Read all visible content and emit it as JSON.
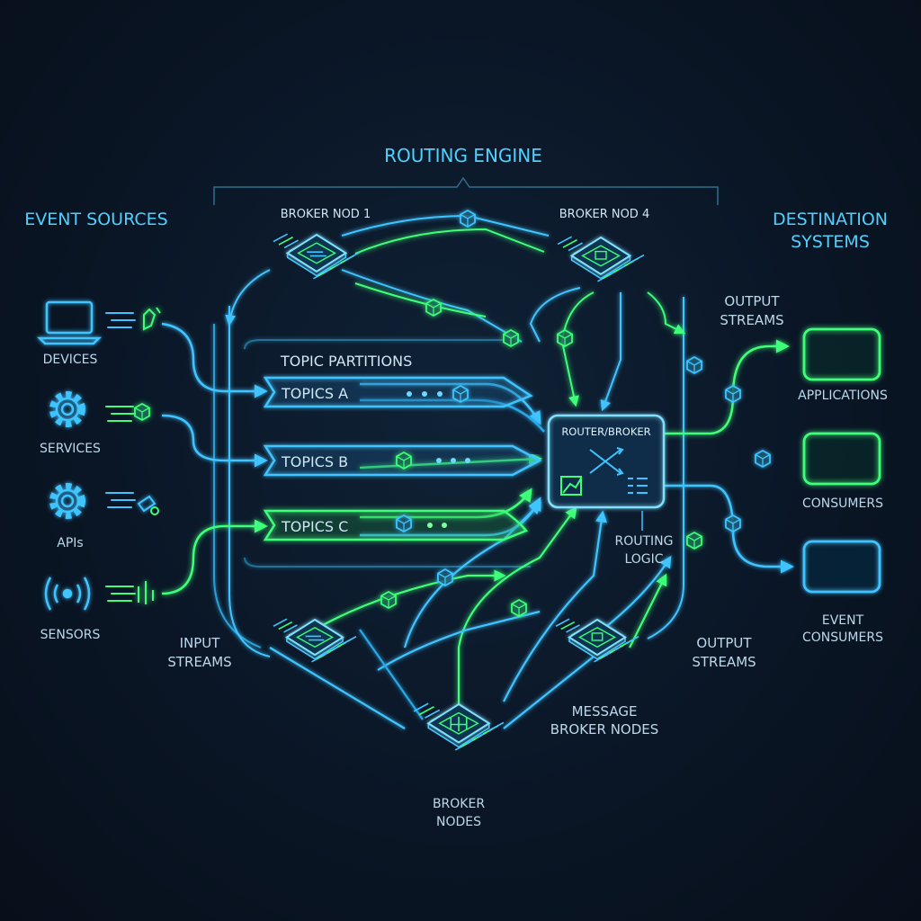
{
  "titles": {
    "routing_engine": "ROUTING ENGINE",
    "event_sources": "EVENT SOURCES",
    "destination_line1": "DESTINATION",
    "destination_line2": "SYSTEMS"
  },
  "sources": [
    {
      "label": "DEVICES",
      "icon": "laptop-icon"
    },
    {
      "label": "SERVICES",
      "icon": "gear-icon"
    },
    {
      "label": "APIs",
      "icon": "gear-icon"
    },
    {
      "label": "SENSORS",
      "icon": "signal-icon"
    }
  ],
  "brokers": {
    "top_left": "BROKER NOD 1",
    "top_right": "BROKER NOD 4",
    "bottom_line1": "BROKER",
    "bottom_line2": "NODES"
  },
  "topics": {
    "header": "TOPIC PARTITIONS",
    "a": "TOPICS A",
    "b": "TOPICS B",
    "c": "TOPICS C"
  },
  "router": {
    "label": "ROUTER/BROKER",
    "logic_line1": "ROUTING",
    "logic_line2": "LOGIC"
  },
  "streams": {
    "input_line1": "INPUT",
    "input_line2": "STREAMS",
    "output_top_line1": "OUTPUT",
    "output_top_line2": "STREAMS",
    "output_bottom_line1": "OUTPUT",
    "output_bottom_line2": "STREAMS",
    "message_line1": "MESSAGE",
    "message_line2": "BROKER NODES"
  },
  "destinations": [
    {
      "label": "APPLICATIONS"
    },
    {
      "label": "CONSUMERS"
    },
    {
      "label_line1": "EVENT",
      "label_line2": "CONSUMERS"
    }
  ],
  "colors": {
    "blue": "#3fc4ff",
    "green": "#3dff7a",
    "background": "#0a1626"
  }
}
